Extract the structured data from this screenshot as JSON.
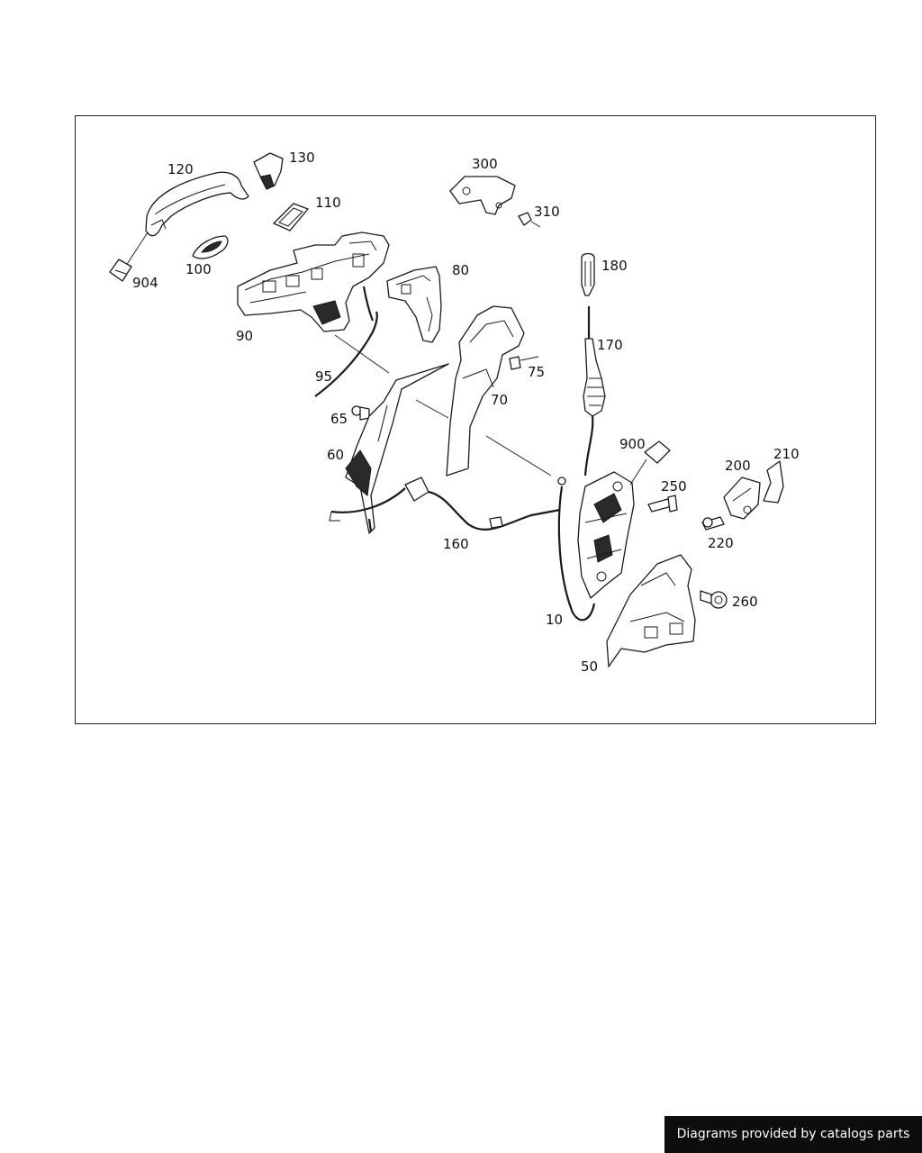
{
  "diagram": {
    "part_labels": [
      "120",
      "130",
      "110",
      "100",
      "904",
      "90",
      "80",
      "95",
      "65",
      "60",
      "300",
      "310",
      "180",
      "170",
      "75",
      "70",
      "900",
      "250",
      "200",
      "210",
      "220",
      "160",
      "10",
      "260",
      "50"
    ]
  },
  "footer": {
    "attribution": "Diagrams provided by catalogs parts"
  }
}
